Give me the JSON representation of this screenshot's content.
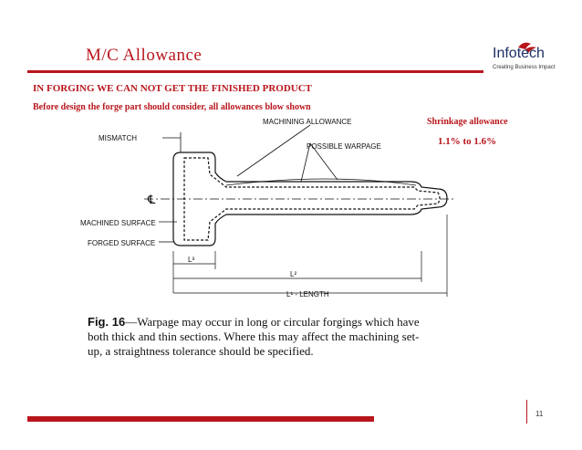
{
  "slide": {
    "title": "M/C Allowance",
    "heading": "IN FORGING WE CAN NOT GET THE FINISHED PRODUCT",
    "subheading": "Before design the forge part should consider, all allowances blow shown",
    "page_number": "11"
  },
  "logo": {
    "name": "Infotech",
    "tagline": "Creating Business Impact"
  },
  "shrinkage": {
    "label": "Shrinkage allowance",
    "value": "1.1% to 1.6%"
  },
  "figure": {
    "labels": {
      "mismatch": "MISMATCH",
      "machining_allowance": "MACHINING ALLOWANCE",
      "possible_warpage": "POSSIBLE WARPAGE",
      "centerline": "℄",
      "machined_surface": "MACHINED SURFACE",
      "forged_surface": "FORGED SURFACE",
      "l3": "L³",
      "l2": "L²",
      "l1": "L¹ - LENGTH"
    },
    "caption_fig": "Fig. 16",
    "caption_text": "—Warpage may occur in long or circular forgings which have both thick and thin sections. Where this may affect the machining set-up, a straightness tolerance should be specified."
  },
  "colors": {
    "accent": "#b8161c",
    "logo_text": "#1d2f63"
  }
}
